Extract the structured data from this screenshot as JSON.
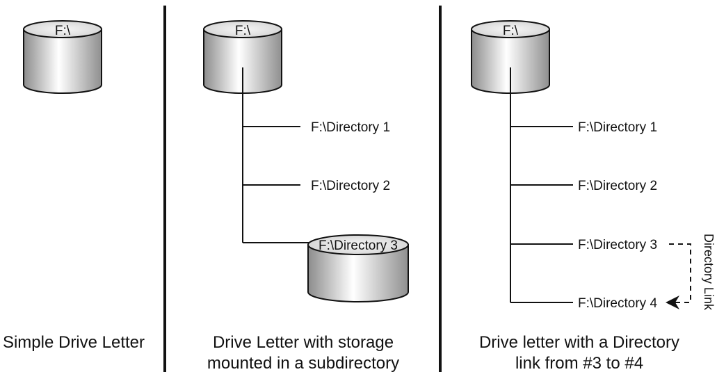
{
  "panels": [
    {
      "drive_label": "F:\\",
      "caption_lines": [
        "Simple Drive Letter"
      ]
    },
    {
      "drive_label": "F:\\",
      "directories": [
        "F:\\Directory 1",
        "F:\\Directory 2"
      ],
      "mounted_drive_label": "F:\\Directory 3",
      "caption_lines": [
        "Drive Letter with storage",
        "mounted in a subdirectory"
      ]
    },
    {
      "drive_label": "F:\\",
      "directories": [
        "F:\\Directory 1",
        "F:\\Directory 2",
        "F:\\Directory 3",
        "F:\\Directory 4"
      ],
      "link_label": "Directory Link",
      "caption_lines": [
        "Drive letter with a Directory",
        "link from #3 to #4"
      ]
    }
  ],
  "colors": {
    "line": "#111111",
    "cylinder_light": "#ffffff",
    "cylinder_dark": "#9a9a9a",
    "top_fill": "#e6e6e6"
  }
}
